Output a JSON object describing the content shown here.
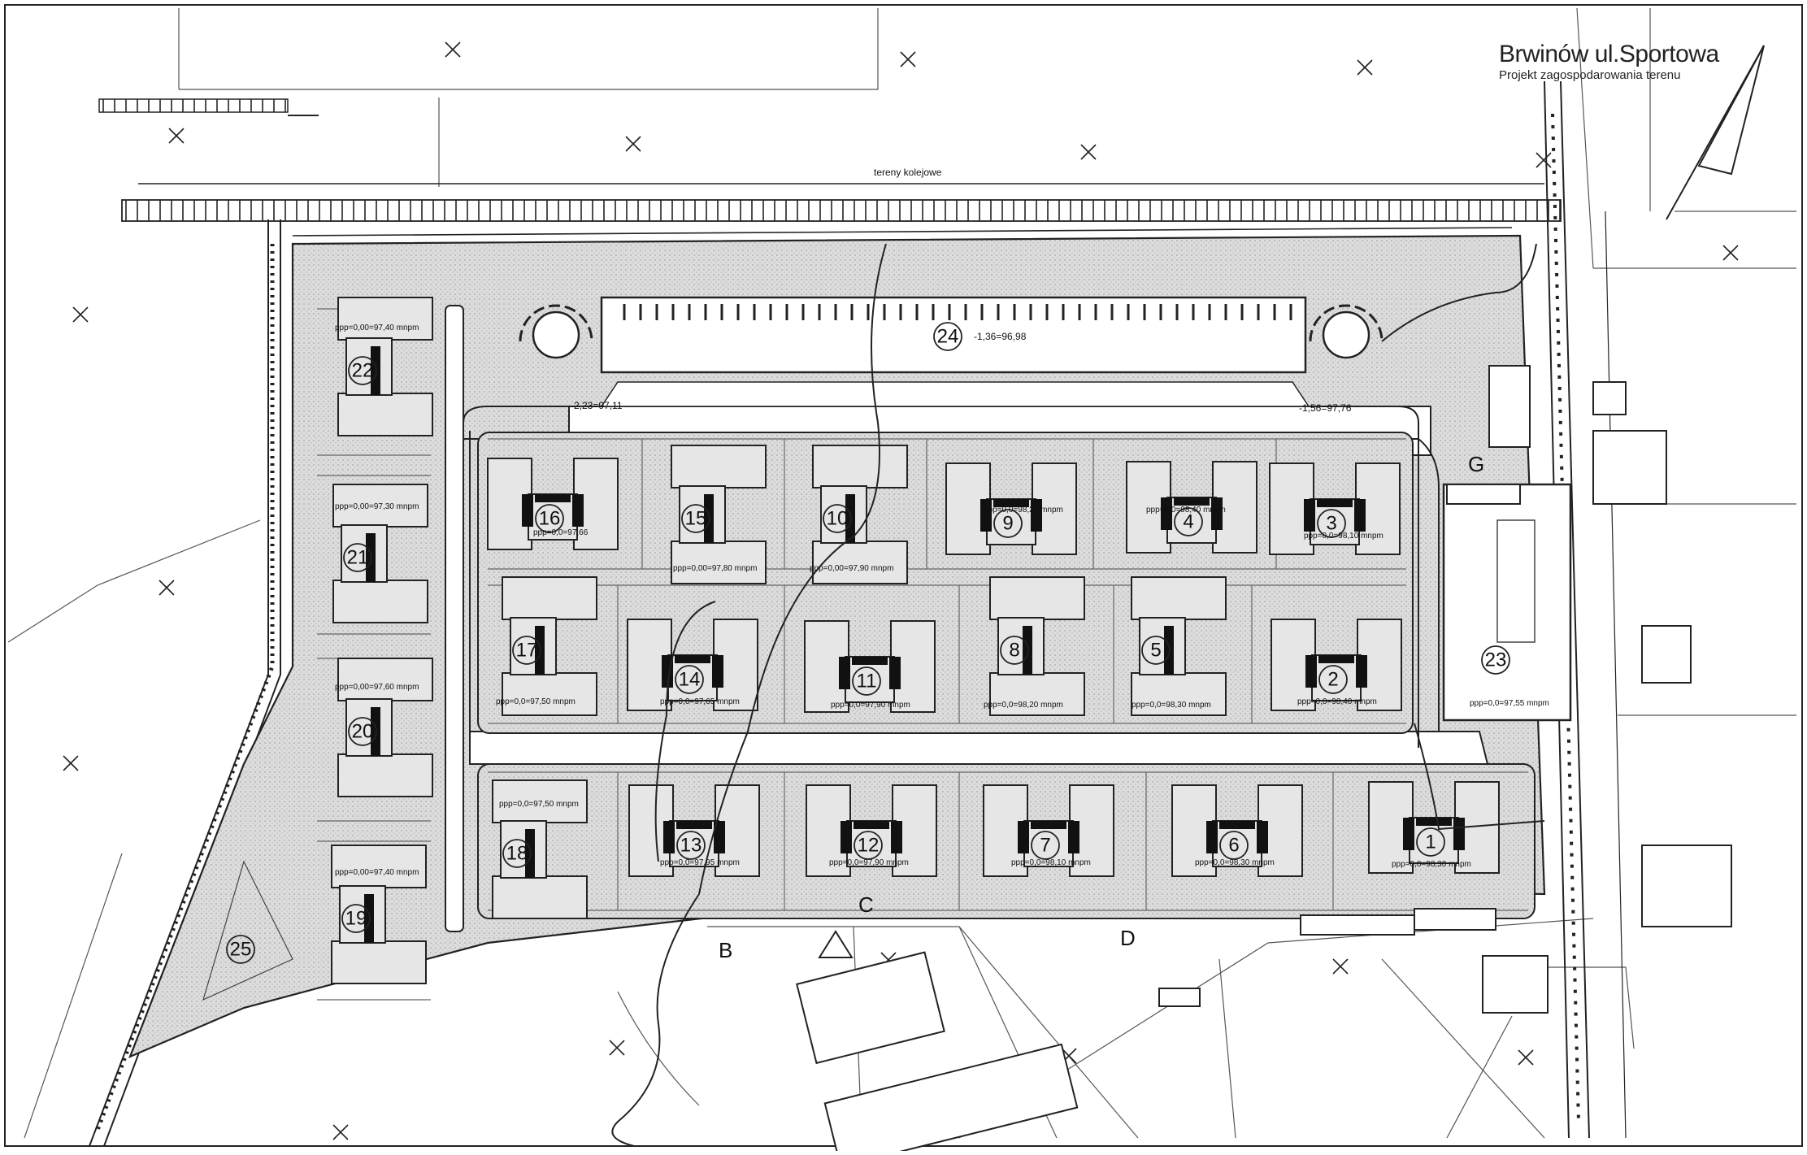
{
  "title": {
    "main": "Brwinów ul.Sportowa",
    "sub": "Projekt zagospodarowania terenu"
  },
  "labels": {
    "railway": "tereny kolejowe",
    "parking_level": "-1,36=96,98",
    "level_left": "-2,23=97,11",
    "level_right": "-1,56=97,76"
  },
  "section_letters": [
    "B",
    "C",
    "D",
    "G"
  ],
  "buildings": [
    {
      "id": "1",
      "ppp": "ppp=0,0=98,30 mnpm"
    },
    {
      "id": "2",
      "ppp": "ppp=0,0=98,40 mnpm"
    },
    {
      "id": "3",
      "ppp": "ppp=0,0=98,10 mnpm"
    },
    {
      "id": "4",
      "ppp": "ppp=0,0=98,40 mnpm"
    },
    {
      "id": "5",
      "ppp": "ppp=0,0=98,30 mnpm"
    },
    {
      "id": "6",
      "ppp": "ppp=0,0=98,30 mnpm"
    },
    {
      "id": "7",
      "ppp": "ppp=0,0=98,10 mnpm"
    },
    {
      "id": "8",
      "ppp": "ppp=0,0=98,20 mnpm"
    },
    {
      "id": "9",
      "ppp": "ppp=0,0=98,20 mnpm"
    },
    {
      "id": "10",
      "ppp": "ppp=0,00=97,90 mnpm"
    },
    {
      "id": "11",
      "ppp": "ppp=0,0=97,90 mnpm"
    },
    {
      "id": "12",
      "ppp": "ppp=0,0=97,90 mnpm"
    },
    {
      "id": "13",
      "ppp": "ppp=0,0=97,95 mnpm"
    },
    {
      "id": "14",
      "ppp": "ppp=0,0=97,65 mnpm"
    },
    {
      "id": "15",
      "ppp": "ppp=0,00=97,80 mnpm"
    },
    {
      "id": "16",
      "ppp": "ppp=0,0=97,66"
    },
    {
      "id": "17",
      "ppp": "ppp=0,0=97,50 mnpm"
    },
    {
      "id": "18",
      "ppp": "ppp=0,0=97,50 mnpm"
    },
    {
      "id": "19",
      "ppp": "ppp=0,00=97,40 mnpm"
    },
    {
      "id": "20",
      "ppp": "ppp=0,00=97,60 mnpm"
    },
    {
      "id": "21",
      "ppp": "ppp=0,00=97,30 mnpm"
    },
    {
      "id": "22",
      "ppp": "ppp=0,00=97,40 mnpm"
    },
    {
      "id": "23",
      "ppp": "ppp=0,0=97,55 mnpm"
    },
    {
      "id": "24",
      "ppp": ""
    },
    {
      "id": "25",
      "ppp": ""
    }
  ]
}
